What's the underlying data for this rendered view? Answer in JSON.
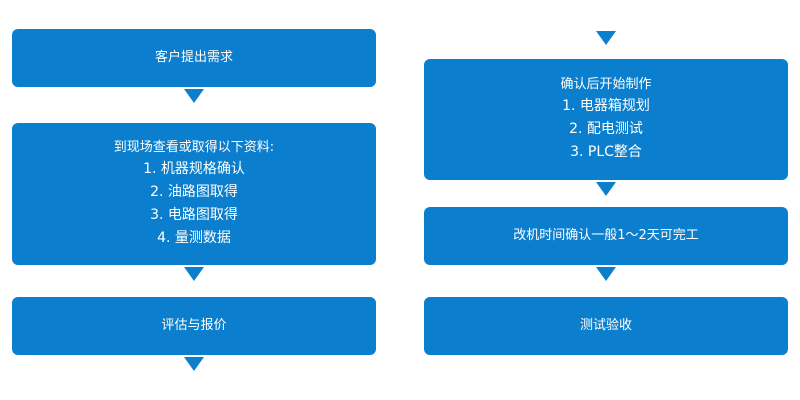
{
  "colors": {
    "box": "#0B7FCD",
    "text": "#FFFFFF",
    "background": "#FFFFFF"
  },
  "left_column": {
    "step1": {
      "title": "客户提出需求"
    },
    "step2": {
      "title": "到现场查看或取得以下资料:",
      "items": [
        "1. 机器规格确认",
        "2. 油路图取得",
        "3. 电路图取得",
        "4. 量测数据"
      ]
    },
    "step3": {
      "title": "评估与报价"
    }
  },
  "right_column": {
    "step4": {
      "title": "确认后开始制作",
      "items": [
        "1. 电器箱规划",
        "2. 配电测试",
        "3. PLC整合"
      ]
    },
    "step5": {
      "title": "改机时间确认一般1～2天可完工"
    },
    "step6": {
      "title": "测试验收"
    }
  }
}
